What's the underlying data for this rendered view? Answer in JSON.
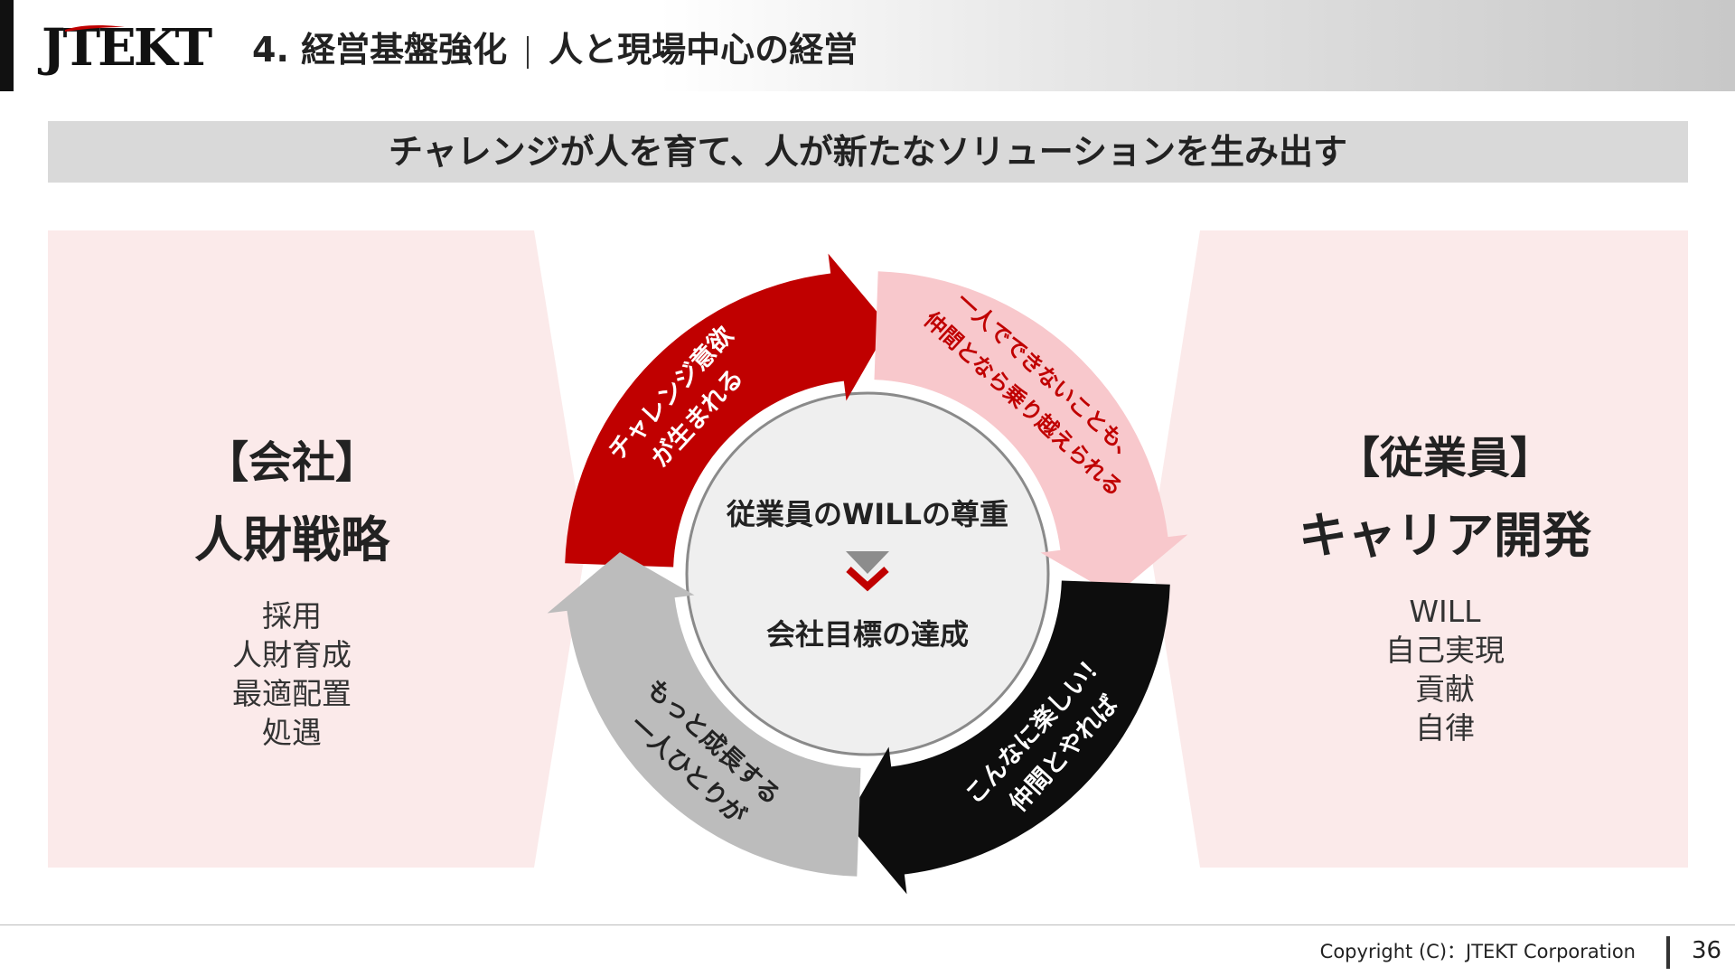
{
  "header": {
    "logo": "JTEKT",
    "title_left": "4. 経営基盤強化",
    "title_right": "人と現場中心の経営"
  },
  "banner": {
    "text": "チャレンジが人を育て、人が新たなソリューションを生み出す"
  },
  "company_panel": {
    "heading": "【会社】",
    "subheading": "人財戦略",
    "items": [
      "採用",
      "人財育成",
      "最適配置",
      "処遇"
    ]
  },
  "employee_panel": {
    "heading": "【従業員】",
    "subheading": "キャリア開発",
    "items": [
      "WILL",
      "自己実現",
      "貢献",
      "自律"
    ]
  },
  "cycle": {
    "center_top": "従業員のWILLの尊重",
    "center_bottom": "会社目標の達成",
    "arrows": [
      {
        "color": "#c00000",
        "text_color": "#ffffff",
        "lines": [
          "チャレンジ意欲",
          "が生まれる"
        ]
      },
      {
        "color": "#f8c8cc",
        "text_color": "#c00000",
        "lines": [
          "一人でできないことも、",
          "仲間となら乗り越えられる"
        ]
      },
      {
        "color": "#0d0d0d",
        "text_color": "#ffffff",
        "lines": [
          "仲間とやれば",
          "こんなに楽しい！"
        ]
      },
      {
        "color": "#bcbcbc",
        "text_color": "#222222",
        "lines": [
          "一人ひとりが",
          "もっと成長する"
        ]
      }
    ]
  },
  "colors": {
    "accent_red": "#c00000",
    "panel_pink": "#fbeaea",
    "banner_gray": "#d9d9d9"
  },
  "footer": {
    "copyright": "Copyright (C)：JTEKT Corporation",
    "page_number": "36"
  }
}
